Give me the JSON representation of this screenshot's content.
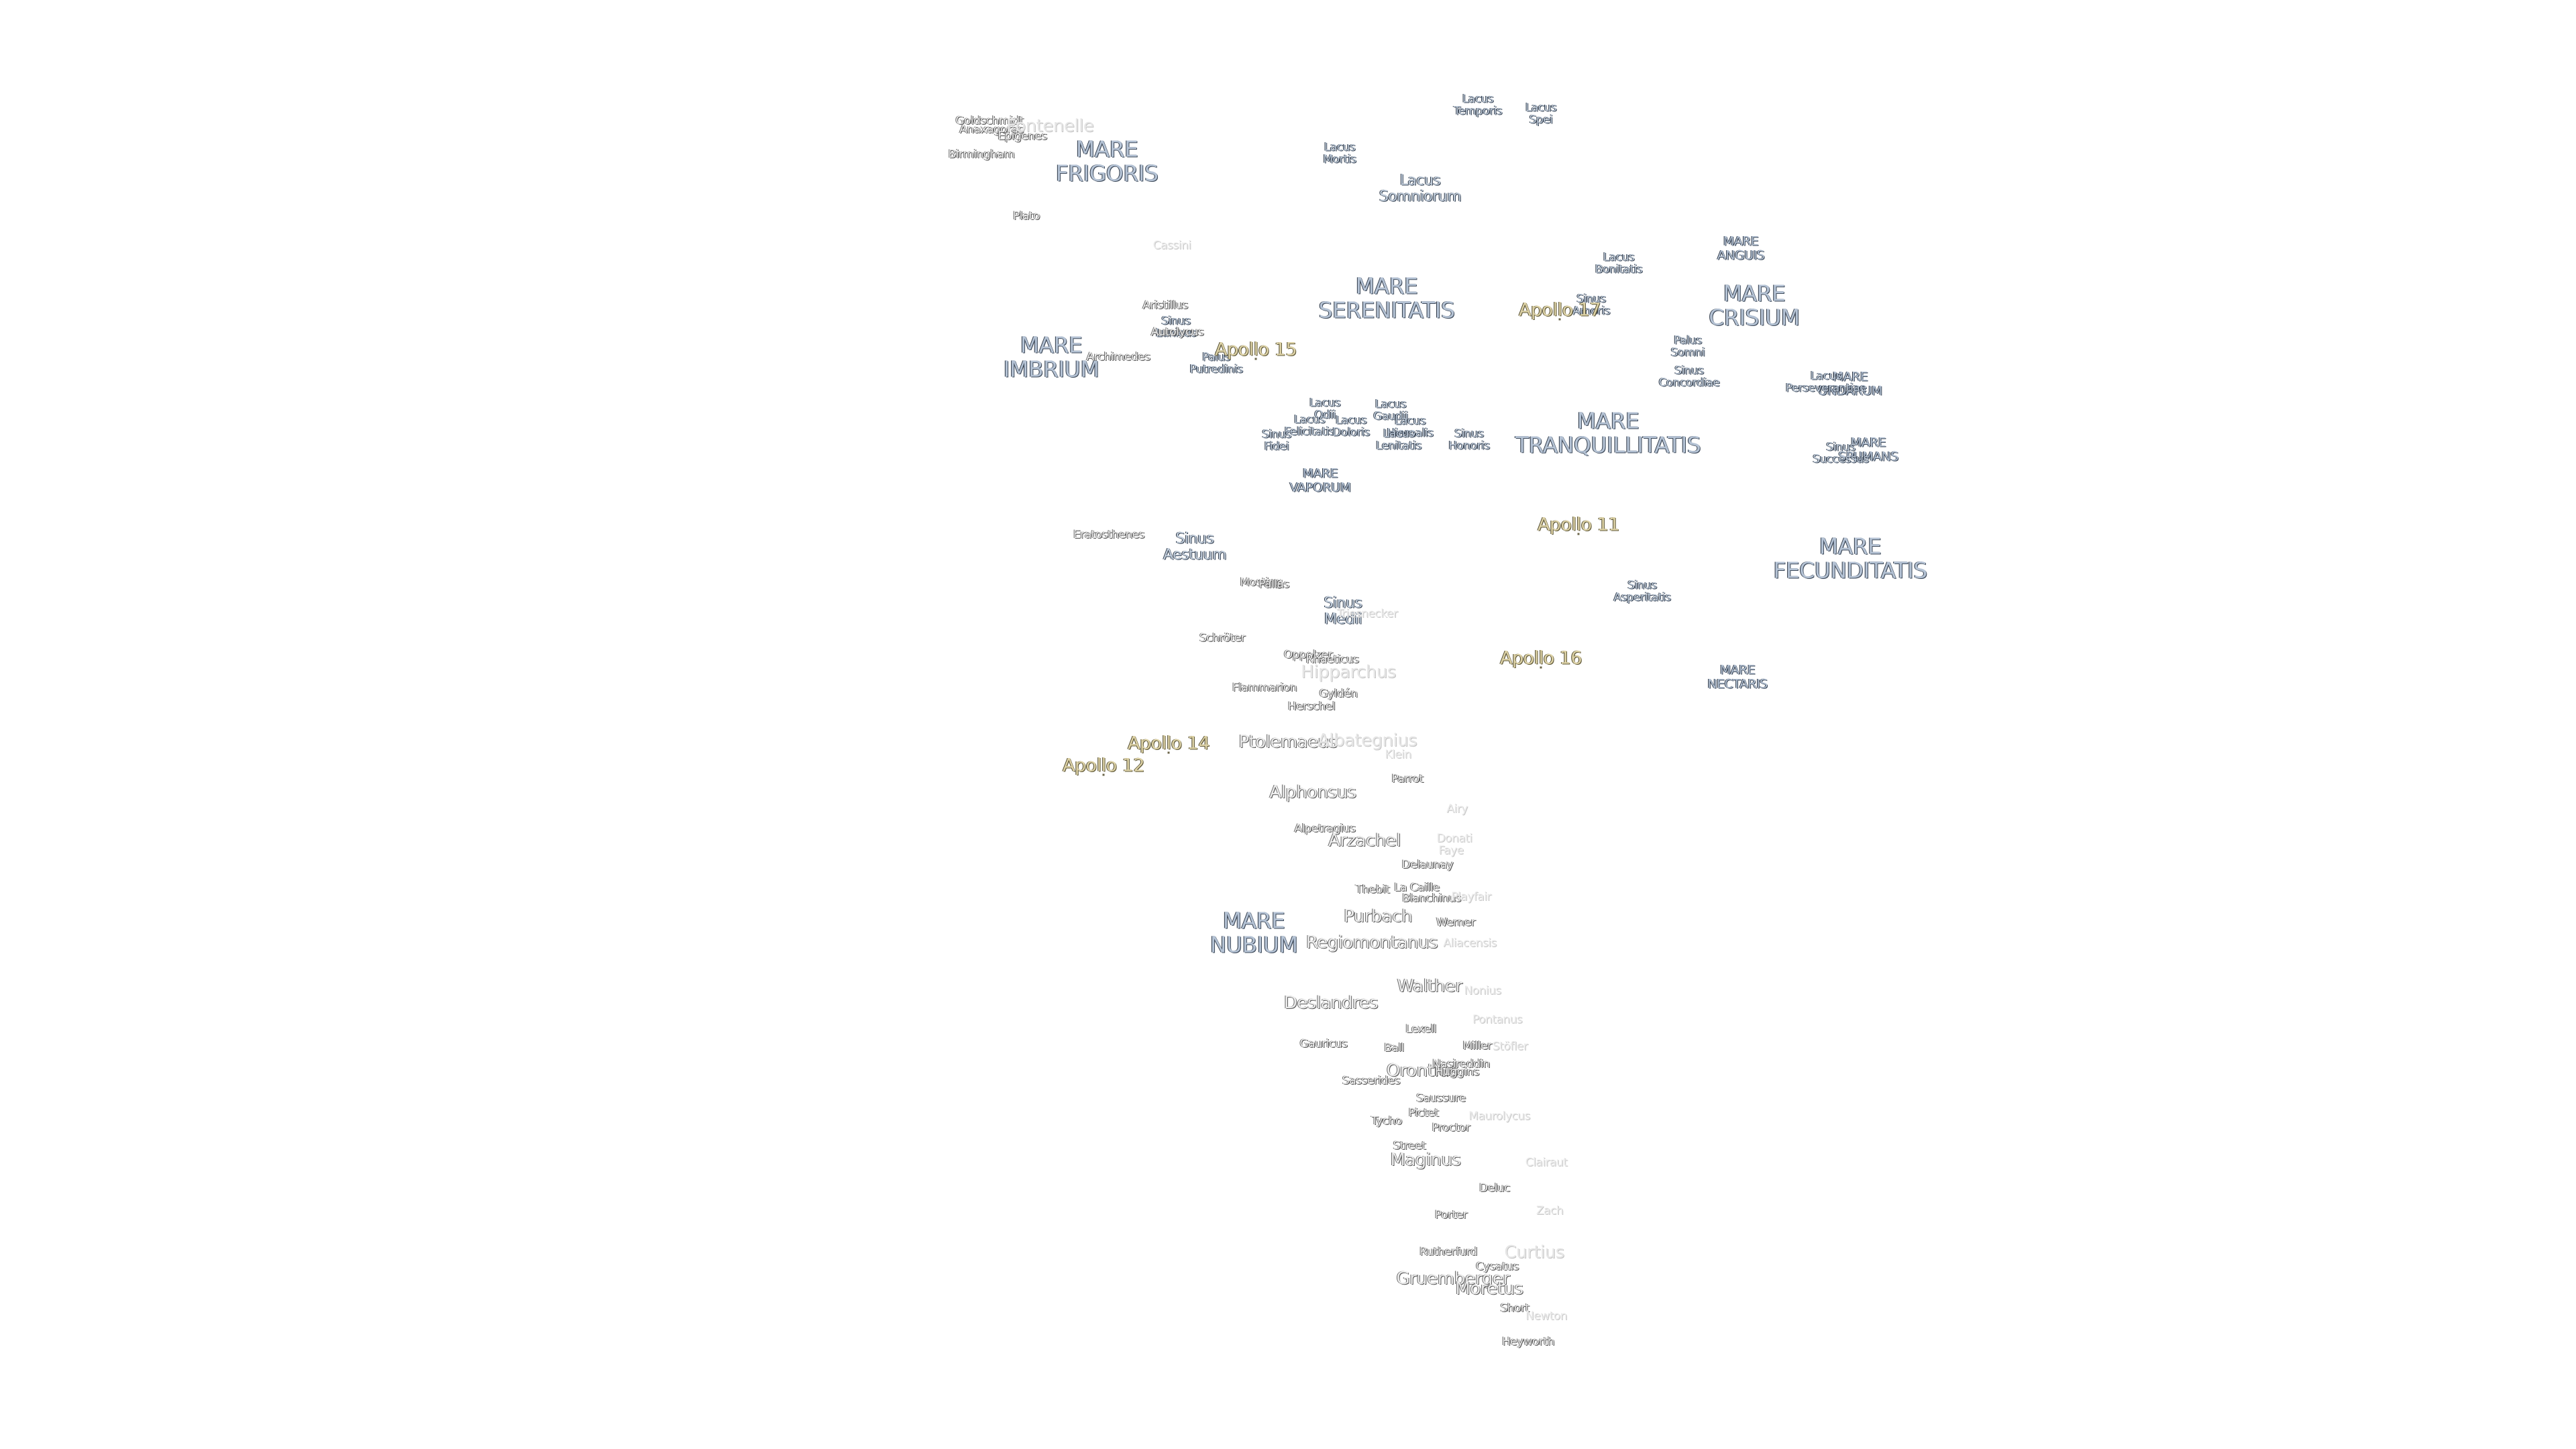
{
  "labels": [
    {
      "text": "MARE\nFRIGORIS",
      "kind": "mare"
    },
    {
      "text": "MARE\nIMBRIUM",
      "kind": "mare"
    },
    {
      "text": "MARE\nSERENITATIS",
      "kind": "mare"
    },
    {
      "text": "MARE\nTRANQUILLITATIS",
      "kind": "mare"
    },
    {
      "text": "MARE\nCRISIUM",
      "kind": "mare"
    },
    {
      "text": "MARE\nFECUNDITATIS",
      "kind": "mare"
    },
    {
      "text": "MARE\nNECTARIS",
      "kind": "mare-s"
    },
    {
      "text": "MARE\nNUBIUM",
      "kind": "mare"
    },
    {
      "text": "MARE\nVAPORUM",
      "kind": "mare-s"
    },
    {
      "text": "MARE\nANGUIS",
      "kind": "mare-s"
    },
    {
      "text": "MARE\nUNDARUM",
      "kind": "mare-s"
    },
    {
      "text": "MARE\nSPUMANS",
      "kind": "mare-s"
    },
    {
      "text": "Lacus\nTemporis",
      "kind": "lacus"
    },
    {
      "text": "Lacus\nSpei",
      "kind": "lacus"
    },
    {
      "text": "Lacus\nMortis",
      "kind": "lacus"
    },
    {
      "text": "Lacus\nSomniorum",
      "kind": "lacus-l"
    },
    {
      "text": "Lacus\nBonitatis",
      "kind": "lacus"
    },
    {
      "text": "Sinus\nAmoris",
      "kind": "lacus"
    },
    {
      "text": "Palus\nSomni",
      "kind": "lacus"
    },
    {
      "text": "Sinus\nConcordiae",
      "kind": "lacus"
    },
    {
      "text": "Lacus\nPerseverantiae",
      "kind": "lacus"
    },
    {
      "text": "Sinus\nSuccessus",
      "kind": "lacus"
    },
    {
      "text": "Sinus\nLunicus",
      "kind": "lacus"
    },
    {
      "text": "Palus\nPutredinis",
      "kind": "lacus"
    },
    {
      "text": "Lacus\nOdii",
      "kind": "lacus"
    },
    {
      "text": "Lacus\nFelicitatis",
      "kind": "lacus"
    },
    {
      "text": "Lacus\nDoloris",
      "kind": "lacus"
    },
    {
      "text": "Lacus\nGaudii",
      "kind": "lacus"
    },
    {
      "text": "Lacus\nHiemalis",
      "kind": "lacus"
    },
    {
      "text": "Lacus\nLenitatis",
      "kind": "lacus"
    },
    {
      "text": "Sinus\nFidei",
      "kind": "lacus"
    },
    {
      "text": "Sinus\nHonoris",
      "kind": "lacus"
    },
    {
      "text": "Sinus\nAestuum",
      "kind": "lacus-l"
    },
    {
      "text": "Sinus\nMedii",
      "kind": "lacus-l"
    },
    {
      "text": "Sinus\nAsperitatis",
      "kind": "lacus"
    },
    {
      "text": "Apollo 17",
      "kind": "apollo"
    },
    {
      "text": "Apollo 15",
      "kind": "apollo"
    },
    {
      "text": "Apollo 11",
      "kind": "apollo"
    },
    {
      "text": "Apollo 16",
      "kind": "apollo"
    },
    {
      "text": "Apollo 14",
      "kind": "apollo"
    },
    {
      "text": "Apollo 12",
      "kind": "apollo"
    },
    {
      "text": "Goldschmidt",
      "kind": "crater"
    },
    {
      "text": "Anaxagoras",
      "kind": "crater"
    },
    {
      "text": "Epigenes",
      "kind": "crater"
    },
    {
      "text": "Fontenelle",
      "kind": "faint-l"
    },
    {
      "text": "Birmingham",
      "kind": "crater"
    },
    {
      "text": "Plato",
      "kind": "crater"
    },
    {
      "text": "Cassini",
      "kind": "faint"
    },
    {
      "text": "Aristillus",
      "kind": "crater"
    },
    {
      "text": "Autolycus",
      "kind": "crater"
    },
    {
      "text": "Archimedes",
      "kind": "crater"
    },
    {
      "text": "Eratosthenes",
      "kind": "crater"
    },
    {
      "text": "Mosting",
      "kind": "crater"
    },
    {
      "text": "Pallas",
      "kind": "crater"
    },
    {
      "text": "Triesnecker",
      "kind": "faint"
    },
    {
      "text": "Schröter",
      "kind": "crater"
    },
    {
      "text": "Oppolzer",
      "kind": "crater"
    },
    {
      "text": "Rhaeticus",
      "kind": "crater"
    },
    {
      "text": "Hipparchus",
      "kind": "faint-l"
    },
    {
      "text": "Flammarion",
      "kind": "crater"
    },
    {
      "text": "Gyldén",
      "kind": "crater"
    },
    {
      "text": "Herschel",
      "kind": "crater"
    },
    {
      "text": "Ptolemaeus",
      "kind": "crater-l"
    },
    {
      "text": "Albategnius",
      "kind": "faint-l"
    },
    {
      "text": "Klein",
      "kind": "faint"
    },
    {
      "text": "Parrot",
      "kind": "crater"
    },
    {
      "text": "Alphonsus",
      "kind": "crater-l"
    },
    {
      "text": "Airy",
      "kind": "faint"
    },
    {
      "text": "Alpetragius",
      "kind": "crater"
    },
    {
      "text": "Arzachel",
      "kind": "crater-l"
    },
    {
      "text": "Donati",
      "kind": "faint"
    },
    {
      "text": "Faye",
      "kind": "faint"
    },
    {
      "text": "Delaunay",
      "kind": "crater"
    },
    {
      "text": "Thebit",
      "kind": "crater"
    },
    {
      "text": "La Caille",
      "kind": "crater"
    },
    {
      "text": "Blanchinus",
      "kind": "crater"
    },
    {
      "text": "Playfair",
      "kind": "faint"
    },
    {
      "text": "Purbach",
      "kind": "crater-l"
    },
    {
      "text": "Werner",
      "kind": "crater"
    },
    {
      "text": "Regiomontanus",
      "kind": "crater-l"
    },
    {
      "text": "Aliacensis",
      "kind": "faint"
    },
    {
      "text": "Walther",
      "kind": "crater-l"
    },
    {
      "text": "Nonius",
      "kind": "faint"
    },
    {
      "text": "Deslandres",
      "kind": "crater-l"
    },
    {
      "text": "Pontanus",
      "kind": "faint"
    },
    {
      "text": "Lexell",
      "kind": "crater"
    },
    {
      "text": "Gauricus",
      "kind": "crater"
    },
    {
      "text": "Ball",
      "kind": "crater"
    },
    {
      "text": "Miller",
      "kind": "crater"
    },
    {
      "text": "Stöfler",
      "kind": "faint"
    },
    {
      "text": "Orontius",
      "kind": "crater-l"
    },
    {
      "text": "Nasireddin",
      "kind": "crater"
    },
    {
      "text": "Huggins",
      "kind": "crater"
    },
    {
      "text": "Sasserides",
      "kind": "crater"
    },
    {
      "text": "Saussure",
      "kind": "crater"
    },
    {
      "text": "Pictet",
      "kind": "crater"
    },
    {
      "text": "Tycho",
      "kind": "crater"
    },
    {
      "text": "Proctor",
      "kind": "crater"
    },
    {
      "text": "Maurolycus",
      "kind": "faint"
    },
    {
      "text": "Street",
      "kind": "crater"
    },
    {
      "text": "Maginus",
      "kind": "crater-l"
    },
    {
      "text": "Clairaut",
      "kind": "faint"
    },
    {
      "text": "Deluc",
      "kind": "crater"
    },
    {
      "text": "Porter",
      "kind": "crater"
    },
    {
      "text": "Zach",
      "kind": "faint"
    },
    {
      "text": "Rutherfurd",
      "kind": "crater"
    },
    {
      "text": "Curtius",
      "kind": "faint-l"
    },
    {
      "text": "Cysatus",
      "kind": "crater"
    },
    {
      "text": "Gruemberger",
      "kind": "crater-l"
    },
    {
      "text": "Moretus",
      "kind": "crater-l"
    },
    {
      "text": "Short",
      "kind": "crater"
    },
    {
      "text": "Newton",
      "kind": "faint"
    },
    {
      "text": "Heyworth",
      "kind": "crater"
    }
  ]
}
